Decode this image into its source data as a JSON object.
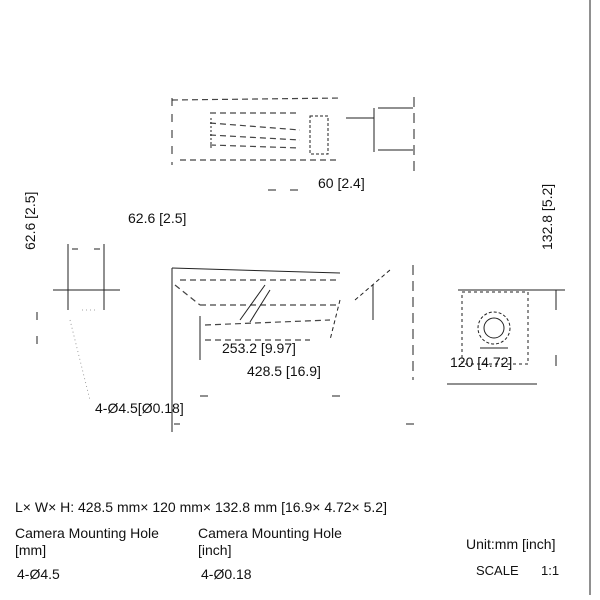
{
  "drawing": {
    "top_view_dim": "60  [2.4]",
    "plate_width_dim": "62.6  [2.5]",
    "plate_height_dim": "62.6  [2.5]",
    "height_dim": "132.8  [5.2]",
    "mount_length_dim": "253.2  [9.97]",
    "length_dim": "428.5  [16.9]",
    "width_dim": "120  [4.72]",
    "hole_dim": "4-Ø4.5[Ø0.18]"
  },
  "spec": {
    "dimensions": "L×  W×  H: 428.5 mm×   120 mm×  132.8 mm [16.9×  4.72×  5.2]",
    "hole_mm_label": "Camera Mounting Hole",
    "hole_mm_unit": "[mm]",
    "hole_mm_value": "4-Ø4.5",
    "hole_inch_label": "Camera Mounting Hole",
    "hole_inch_unit": "[inch]",
    "hole_inch_value": "4-Ø0.18",
    "unit": "Unit:mm [inch]",
    "scale_label": "SCALE",
    "scale_value": "1:1"
  }
}
